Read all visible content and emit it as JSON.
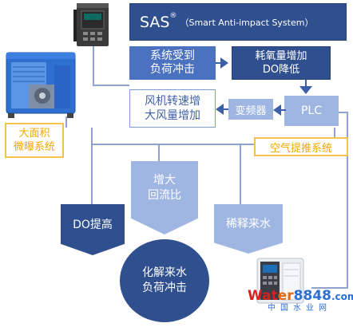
{
  "diagram": {
    "title_abbr": "SAS",
    "title_reg": "®",
    "title_full": "（Smart Anti-impact System）",
    "node_shock": "系统受到\n负荷冲击",
    "node_oxygen": "耗氧量增加\nDO降低",
    "node_plc": "PLC",
    "node_vfd": "变频器",
    "node_fan": "风机转速增\n大风量增加",
    "label_micro": "大面积\n微曝系统",
    "label_air": "空气提推系统",
    "node_reflux": "增大\n回流比",
    "node_do": "DO提高",
    "node_dilute": "稀释来水",
    "node_result": "化解来水\n负荷冲击"
  },
  "watermark": {
    "brand_a": "Wat",
    "brand_b": "er",
    "brand_c": "8848",
    "brand_d": ".com",
    "sub": "中国水业网"
  },
  "colors": {
    "dark": "#2f4f8f",
    "mid": "#4a72c0",
    "light": "#9fb6e3",
    "yellow": "#f0a800",
    "line": "#8ea2cf"
  },
  "icons": [
    "blower-equipment-image",
    "vfd-drive-image",
    "plc-controller-image"
  ]
}
